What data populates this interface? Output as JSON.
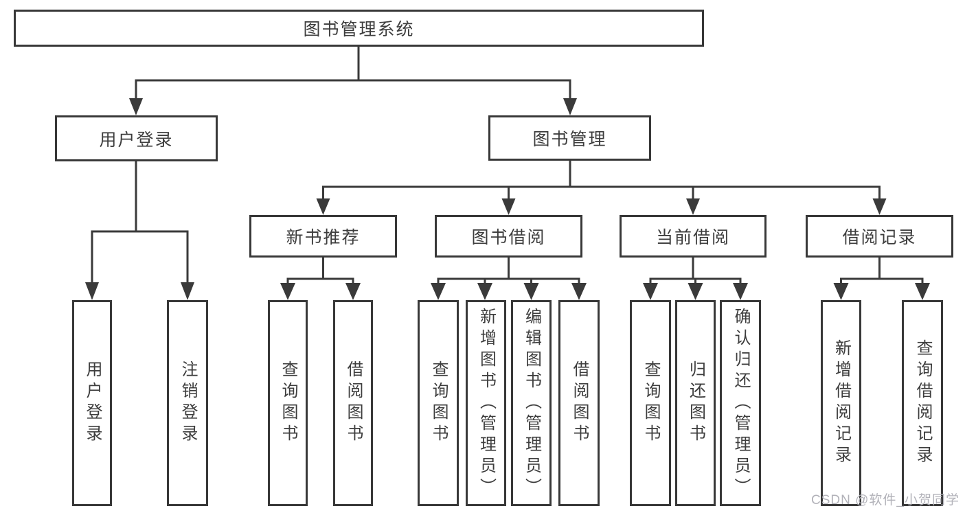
{
  "root": {
    "label": "图书管理系统"
  },
  "branches": [
    {
      "label": "用户登录",
      "children": [
        {
          "label": "用户登录"
        },
        {
          "label": "注销登录"
        }
      ]
    },
    {
      "label": "图书管理",
      "children": [
        {
          "label": "新书推荐",
          "children": [
            {
              "label": "查询图书"
            },
            {
              "label": "借阅图书"
            }
          ]
        },
        {
          "label": "图书借阅",
          "children": [
            {
              "label": "查询图书"
            },
            {
              "label": "新增图书（管理员）"
            },
            {
              "label": "编辑图书（管理员）"
            },
            {
              "label": "借阅图书"
            }
          ]
        },
        {
          "label": "当前借阅",
          "children": [
            {
              "label": "查询图书"
            },
            {
              "label": "归还图书"
            },
            {
              "label": "确认归还（管理员）"
            }
          ]
        },
        {
          "label": "借阅记录",
          "children": [
            {
              "label": "新增借阅记录"
            },
            {
              "label": "查询借阅记录"
            }
          ]
        }
      ]
    }
  ],
  "watermark": "CSDN @软件_小贺同学",
  "colors": {
    "line": "#3a3a3a",
    "box_border": "#383838",
    "text": "#3d3d3d",
    "background": "#ffffff",
    "watermark_text": "#b2b2b9"
  }
}
